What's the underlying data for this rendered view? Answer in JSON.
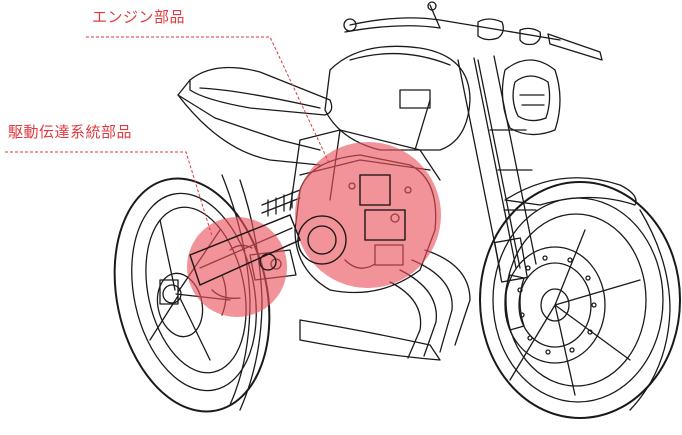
{
  "colors": {
    "accent": "#e03a3e",
    "highlight": "#e8505a",
    "line": "#1a1a1a"
  },
  "labels": {
    "engine_parts": "エンジン部品",
    "drivetrain_parts": "駆動伝達系統部品"
  },
  "subject": "motorcycle-line-art"
}
